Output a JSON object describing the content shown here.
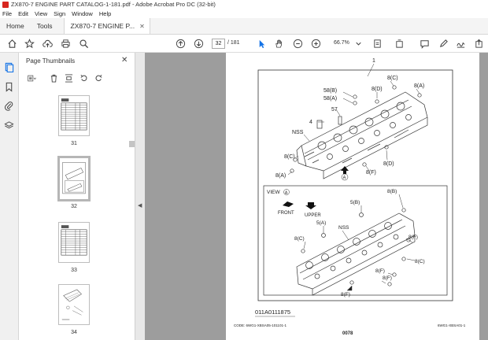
{
  "window": {
    "title": "ZX870-7 ENGINE PART CATALOG-1-181.pdf - Adobe Acrobat Pro DC (32-bit)"
  },
  "menu": [
    "File",
    "Edit",
    "View",
    "Sign",
    "Window",
    "Help"
  ],
  "tabs": {
    "home": "Home",
    "tools": "Tools",
    "document": "ZX870-7 ENGINE P..."
  },
  "toolbar": {
    "current_page": "32",
    "page_total": "/  181",
    "zoom": "66.7%"
  },
  "thumbnails": {
    "panel_title": "Page Thumbnails",
    "pages": [
      "31",
      "32",
      "33",
      "34"
    ],
    "selected": "32"
  },
  "drawing": {
    "ref_main": "1",
    "labels": {
      "l8c_top": "8(C)",
      "l8d_top": "8(D)",
      "l8a_top": "8(A)",
      "l58b": "58(B)",
      "l58a": "58(A)",
      "l57": "57",
      "l4": "4",
      "nss_top": "NSS",
      "l8c_left": "8(C)",
      "l8a_left": "8(A)",
      "l8f_mid": "8(F)",
      "l8d_right": "8(D)",
      "arrow_a": "A"
    },
    "view": {
      "title": "VIEW",
      "circle": "A",
      "front": "FRONT",
      "upper": "UPPER",
      "l5b": "5(B)",
      "l8b": "8(B)",
      "l5a": "5(A)",
      "nss": "NSS",
      "l8c_left": "8(C)",
      "l8f_r1": "8(F)",
      "l8c_r": "8(C)",
      "l8f_r2": "8(F)",
      "l8f_r3": "8(F)",
      "l8f_bottom": "8(F)"
    },
    "catalog_number": "011A0111875",
    "footer_code": "CODE: 6WG1-XBSA05-101101-1",
    "footer_page": "0078",
    "footer_right": "6WG1-XBSA01-1"
  }
}
